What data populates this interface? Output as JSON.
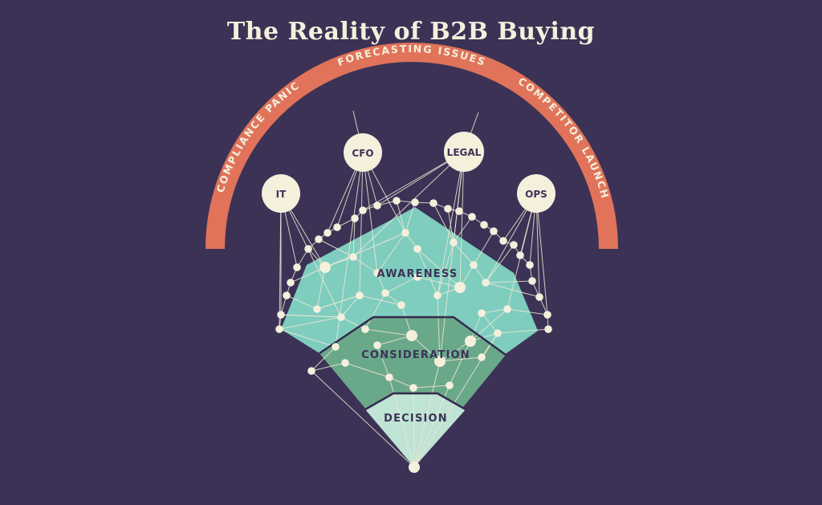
{
  "title": "The Reality of B2B Buying",
  "arc_labels": {
    "left": "COMPLIANCE PANIC",
    "top": "FORECASTING ISSUES",
    "right": "COMPETITOR LAUNCH"
  },
  "roles": {
    "it": "IT",
    "cfo": "CFO",
    "legal": "LEGAL",
    "ops": "OPS"
  },
  "stages": {
    "awareness": "AWARENESS",
    "consideration": "CONSIDERATION",
    "decision": "DECISION"
  },
  "colors": {
    "background": "#3c3256",
    "arc": "#e0735a",
    "node": "#f5f0dc",
    "awareness": "#7fcdbf",
    "consideration": "#6aa88a",
    "decision": "#bfe3d4",
    "stage_outline": "#342a4d",
    "line": "#efe9d2",
    "text_light": "#f5f0dc",
    "text_dark": "#3c3256"
  }
}
